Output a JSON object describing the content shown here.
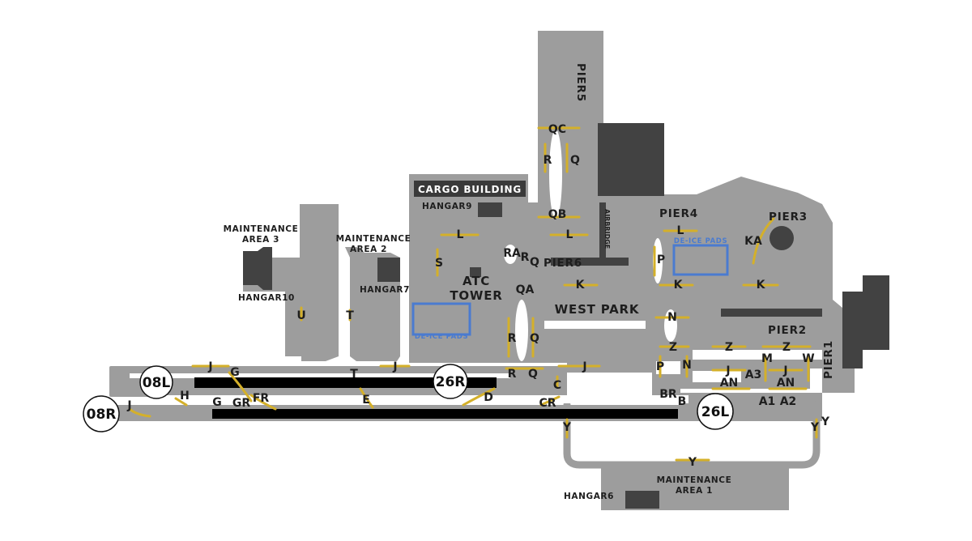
{
  "runways": {
    "r08L": "08L",
    "r08R": "08R",
    "r26R": "26R",
    "r26L": "26L"
  },
  "areas": {
    "maintenance_area_3": [
      "MAINTENANCE",
      "AREA 3"
    ],
    "maintenance_area_2": [
      "MAINTENANCE",
      "AREA 2"
    ],
    "maintenance_area_1": [
      "MAINTENANCE",
      "AREA 1"
    ],
    "hangar10": "HANGAR10",
    "hangar7": "HANGAR7",
    "hangar9": "HANGAR9",
    "hangar6": "HANGAR6",
    "cargo_building": "CARGO BUILDING",
    "atc_tower": [
      "ATC",
      "TOWER"
    ],
    "west_park": "WEST PARK",
    "airbridge": "AIRBRIDGE",
    "deice_pads": "DE-ICE PADS",
    "pier1": "PIER1",
    "pier2": "PIER2",
    "pier3": "PIER3",
    "pier4": "PIER4",
    "pier5": "PIER5",
    "pier6": "PIER6"
  },
  "taxiways": {
    "U": "U",
    "T": "T",
    "T2": "T",
    "J1": "J",
    "J2": "J",
    "J3": "J",
    "J4": "J",
    "J5": "J",
    "J6": "J",
    "G1": "G",
    "G2": "G",
    "H": "H",
    "GR": "GR",
    "FR": "FR",
    "E": "E",
    "D": "D",
    "CR": "CR",
    "C": "C",
    "R1": "R",
    "R2": "R",
    "R3": "R",
    "R4": "R",
    "Q1": "Q",
    "Q2": "Q",
    "Q3": "Q",
    "Q4": "Q",
    "QC": "QC",
    "QB": "QB",
    "QA": "QA",
    "RA": "RA",
    "L1": "L",
    "L2": "L",
    "L3": "L",
    "S": "S",
    "K1": "K",
    "K2": "K",
    "K3": "K",
    "P1": "P",
    "P2": "P",
    "N1": "N",
    "N2": "N",
    "KA": "KA",
    "Z1": "Z",
    "Z2": "Z",
    "Z3": "Z",
    "M": "M",
    "W": "W",
    "AN1": "AN",
    "AN2": "AN",
    "A3": "A3",
    "A1": "A1",
    "A2": "A2",
    "B": "B",
    "BR": "BR",
    "Y1": "Y",
    "Y2": "Y",
    "Y3": "Y",
    "Y4": "Y"
  },
  "colors": {
    "tarmac": "#9d9d9d",
    "building": "#424242",
    "taxi_line": "#d4b02a",
    "deice_outline": "#4a7bd0",
    "runway": "#000000"
  }
}
